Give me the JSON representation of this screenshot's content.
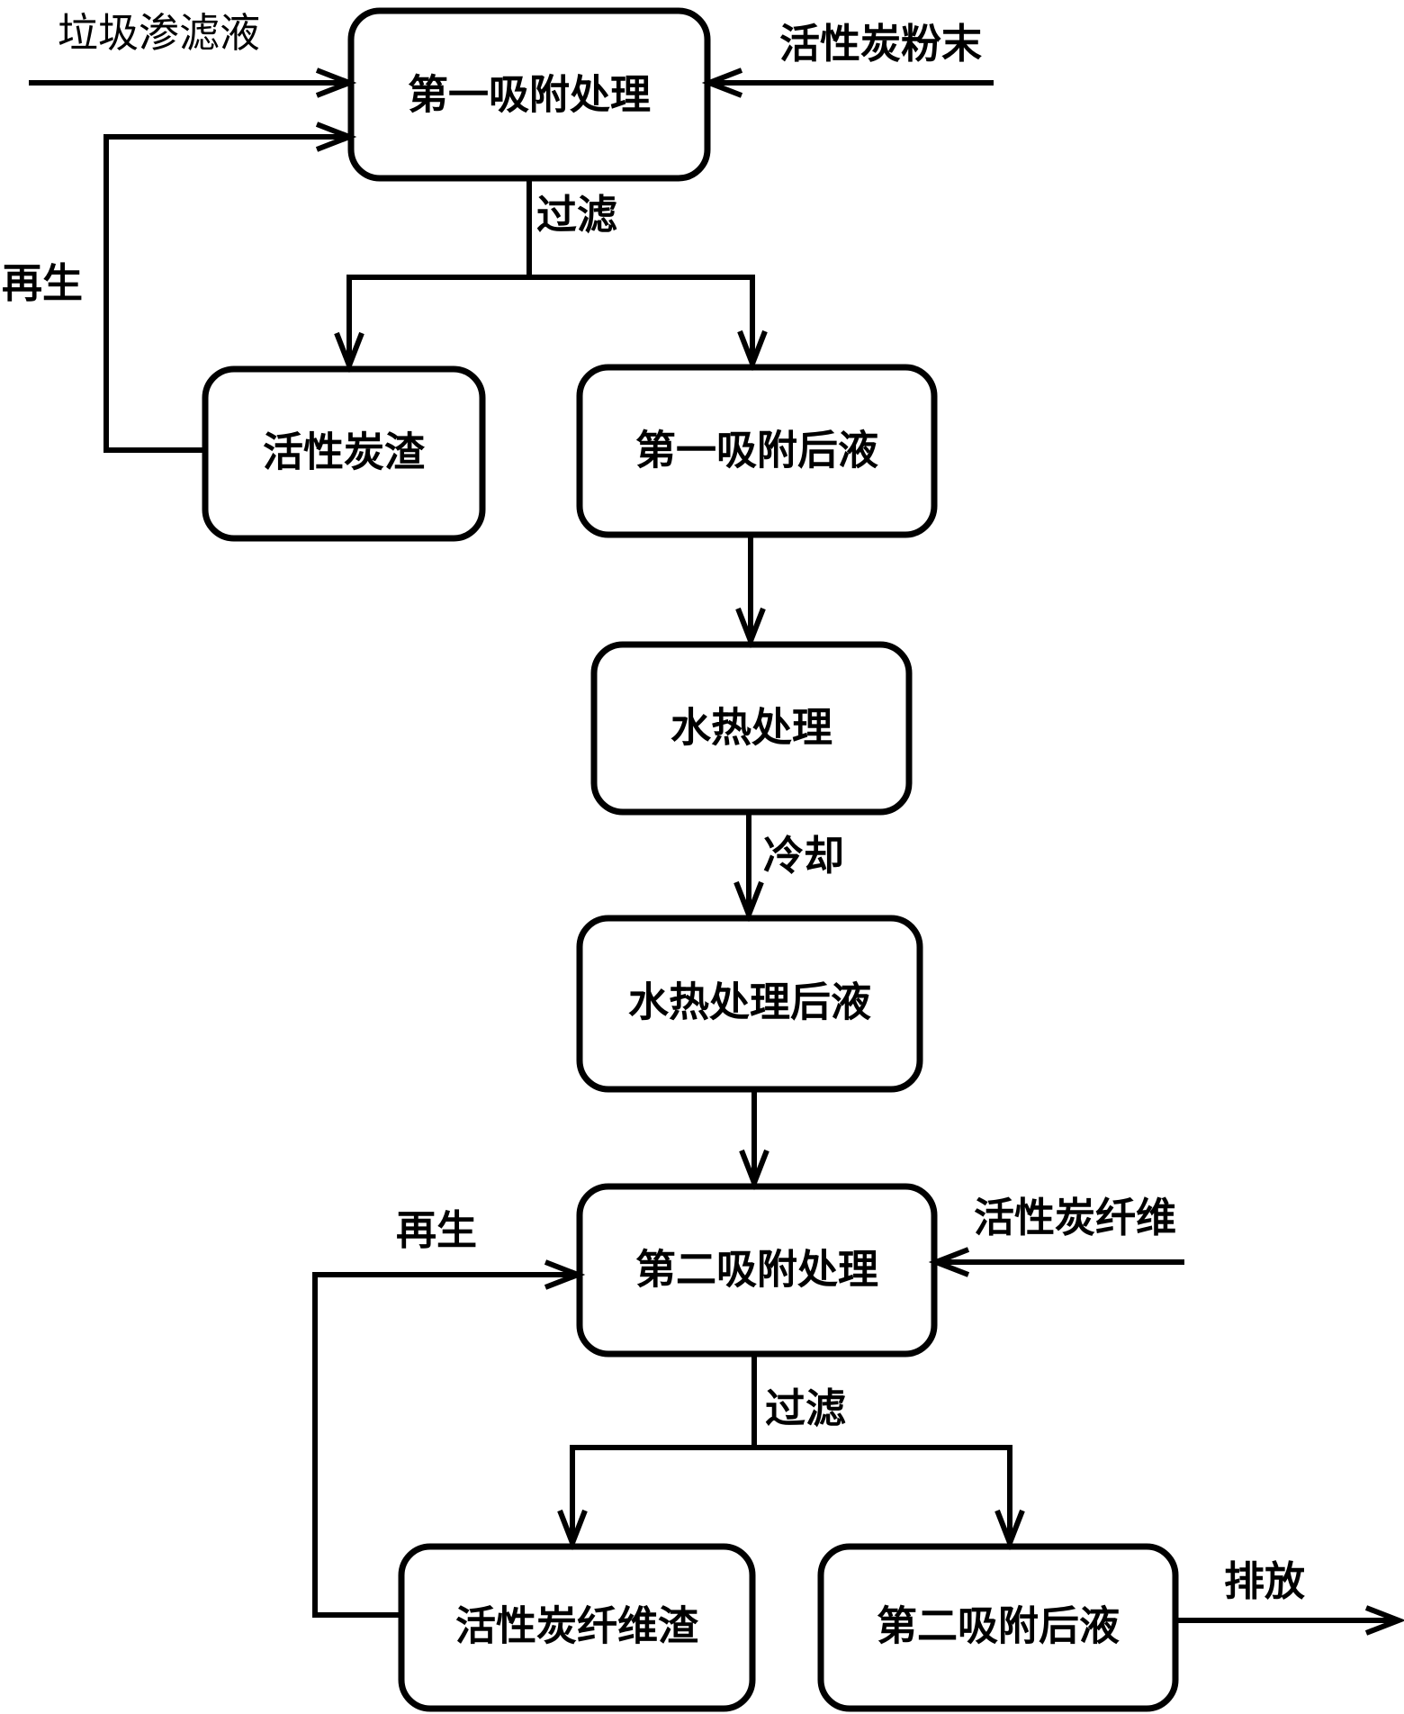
{
  "nodes": {
    "adsorption_1": "第一吸附处理",
    "carbon_residue": "活性炭渣",
    "after_adsorption_1": "第一吸附后液",
    "hydrothermal": "水热处理",
    "after_hydrothermal": "水热处理后液",
    "adsorption_2": "第二吸附处理",
    "fiber_residue": "活性炭纤维渣",
    "after_adsorption_2": "第二吸附后液"
  },
  "labels": {
    "leachate": "垃圾渗滤液",
    "carbon_powder": "活性炭粉末",
    "filter_1": "过滤",
    "regen_1": "再生",
    "cooling": "冷却",
    "regen_2": "再生",
    "carbon_fiber": "活性炭纤维",
    "filter_2": "过滤",
    "discharge": "排放"
  }
}
